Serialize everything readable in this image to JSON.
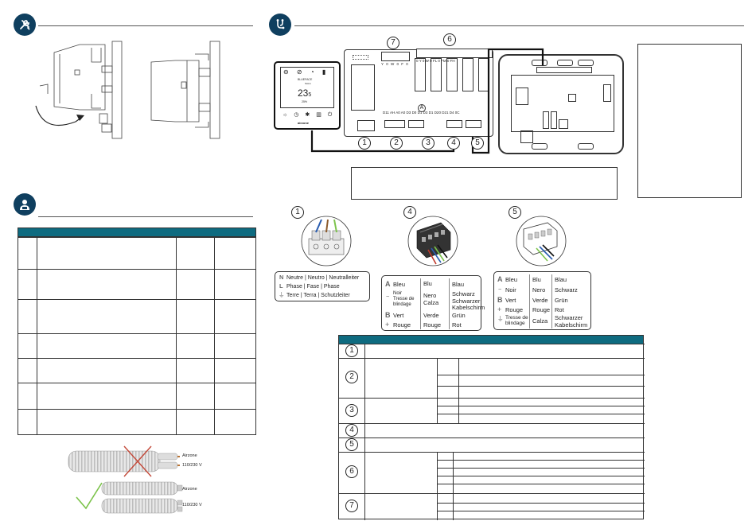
{
  "markers": {
    "m1": "1",
    "m2": "2",
    "m3": "3",
    "m4": "4",
    "m5": "5",
    "m6": "6",
    "m7": "7",
    "A": "A"
  },
  "diagram": {
    "thermostat": {
      "brand_small": "BLUEFACE",
      "room": "SALA",
      "temp_main": "23",
      "temp_dec": "5",
      "sub": "25%",
      "logo": "airzone"
    },
    "terminals_top7": [
      "Y",
      "0",
      "W",
      "0",
      "F",
      "0"
    ],
    "terminals_top6": [
      "0",
      "Y",
      "0",
      "W",
      "0",
      "FL",
      "0",
      "FM",
      "0",
      "FH"
    ],
    "terminals_bottom": [
      "D11",
      "AH",
      "A0",
      "A0",
      "D3",
      "D0",
      "D1",
      "D3",
      "D1",
      "D20",
      "D21",
      "D4",
      "0C"
    ]
  },
  "legend_power": {
    "rows": [
      {
        "sym": "N",
        "text": "Neutre | Neutro | Neutralleiter"
      },
      {
        "sym": "L",
        "text": "Phase | Fase | Phase"
      },
      {
        "sym": "⏚",
        "text": "Terre | Terra | Schutzleiter"
      }
    ]
  },
  "legend_bus4": {
    "rows": [
      {
        "sym": "A",
        "fr": "Bleu",
        "it": "Blu",
        "de": "Blau"
      },
      {
        "sym": "−",
        "fr": "Noir\nTresse de\nblindage",
        "it": "Nero\nCalza",
        "de": "Schwarz\nSchwarzer\nKabelschirm"
      },
      {
        "sym": "B",
        "fr": "Vert",
        "it": "Verde",
        "de": "Grün"
      },
      {
        "sym": "+",
        "fr": "Rouge",
        "it": "Rouge",
        "de": "Rot"
      }
    ]
  },
  "legend_bus5": {
    "rows": [
      {
        "sym": "A",
        "fr": "Bleu",
        "it": "Blu",
        "de": "Blau"
      },
      {
        "sym": "−",
        "fr": "Noir",
        "it": "Nero",
        "de": "Schwarz"
      },
      {
        "sym": "B",
        "fr": "Vert",
        "it": "Verde",
        "de": "Grün"
      },
      {
        "sym": "+",
        "fr": "Rouge",
        "it": "Rouge",
        "de": "Rot"
      },
      {
        "sym": "⏚",
        "fr": "Tresse de\nblindage",
        "it": "Calza",
        "de": "Schwarzer\nKabelschirm"
      }
    ]
  },
  "cables": {
    "top_label_1": "Airzone",
    "top_label_2": "110/230 V",
    "bottom_label_1": "Airzone",
    "bottom_label_2": "110/230 V"
  }
}
